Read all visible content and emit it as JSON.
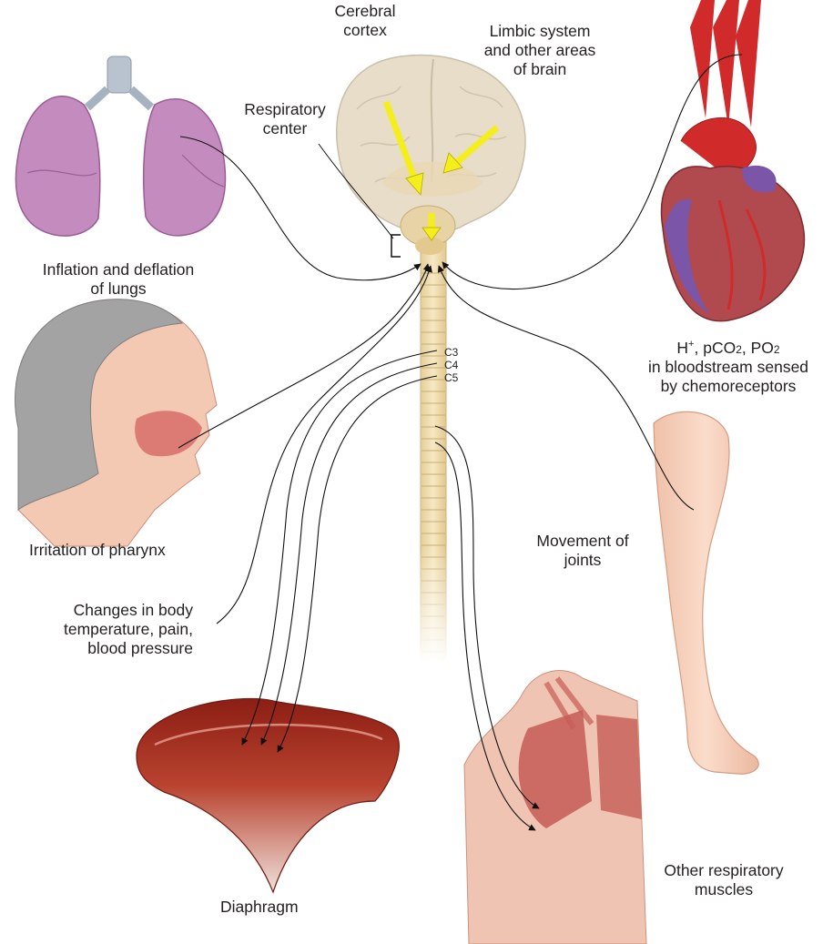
{
  "labels": {
    "cerebral_cortex": [
      "Cerebral",
      "cortex"
    ],
    "limbic_system": [
      "Limbic system",
      "and other areas",
      "of brain"
    ],
    "respiratory_center": [
      "Respiratory",
      "center"
    ],
    "lungs": [
      "Inflation and deflation",
      "of lungs"
    ],
    "chemoreceptors": {
      "h": "H",
      "h_sup": "+",
      "pco": ", pCO",
      "pco_sub": "2",
      "po": ", PO",
      "po_sub": "2",
      "line2": "in bloodstream sensed",
      "line3": "by chemoreceptors"
    },
    "pharynx": "Irritation of pharynx",
    "joints": [
      "Movement of",
      "joints"
    ],
    "body_changes": [
      "Changes in body",
      "temperature, pain,",
      "blood pressure"
    ],
    "diaphragm": "Diaphragm",
    "other_muscles": [
      "Other respiratory",
      "muscles"
    ]
  },
  "spinal_segments": [
    "C3",
    "C4",
    "C5"
  ],
  "colors": {
    "arrow_yellow": "#f4ee1c",
    "lung": "#c48bbf",
    "heart_red": "#d12a2a",
    "heart_purple": "#7a55a8",
    "spinal_cord": "#f0deb0",
    "skin": "#f3c9b4",
    "muscle": "#b73a2a"
  }
}
